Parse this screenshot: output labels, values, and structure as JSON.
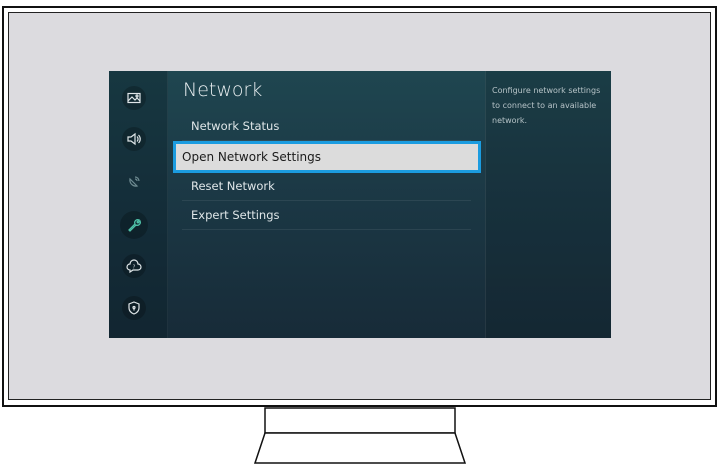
{
  "menu": {
    "title": "Network",
    "items": [
      {
        "label": "Network Status"
      },
      {
        "label": "Open Network Settings",
        "selected": true
      },
      {
        "label": "Reset Network"
      },
      {
        "label": "Expert Settings"
      }
    ]
  },
  "sidebar": {
    "icons": [
      "picture-icon",
      "sound-icon",
      "broadcasting-icon",
      "wrench-icon",
      "support-icon",
      "privacy-shield-icon"
    ],
    "active": "wrench-icon"
  },
  "description": "Configure network settings to connect to an available network.",
  "colors": {
    "highlight_border": "#1b9ce0",
    "highlight_bg": "#dcdcdc",
    "screen_bg": "#1d3c47"
  }
}
